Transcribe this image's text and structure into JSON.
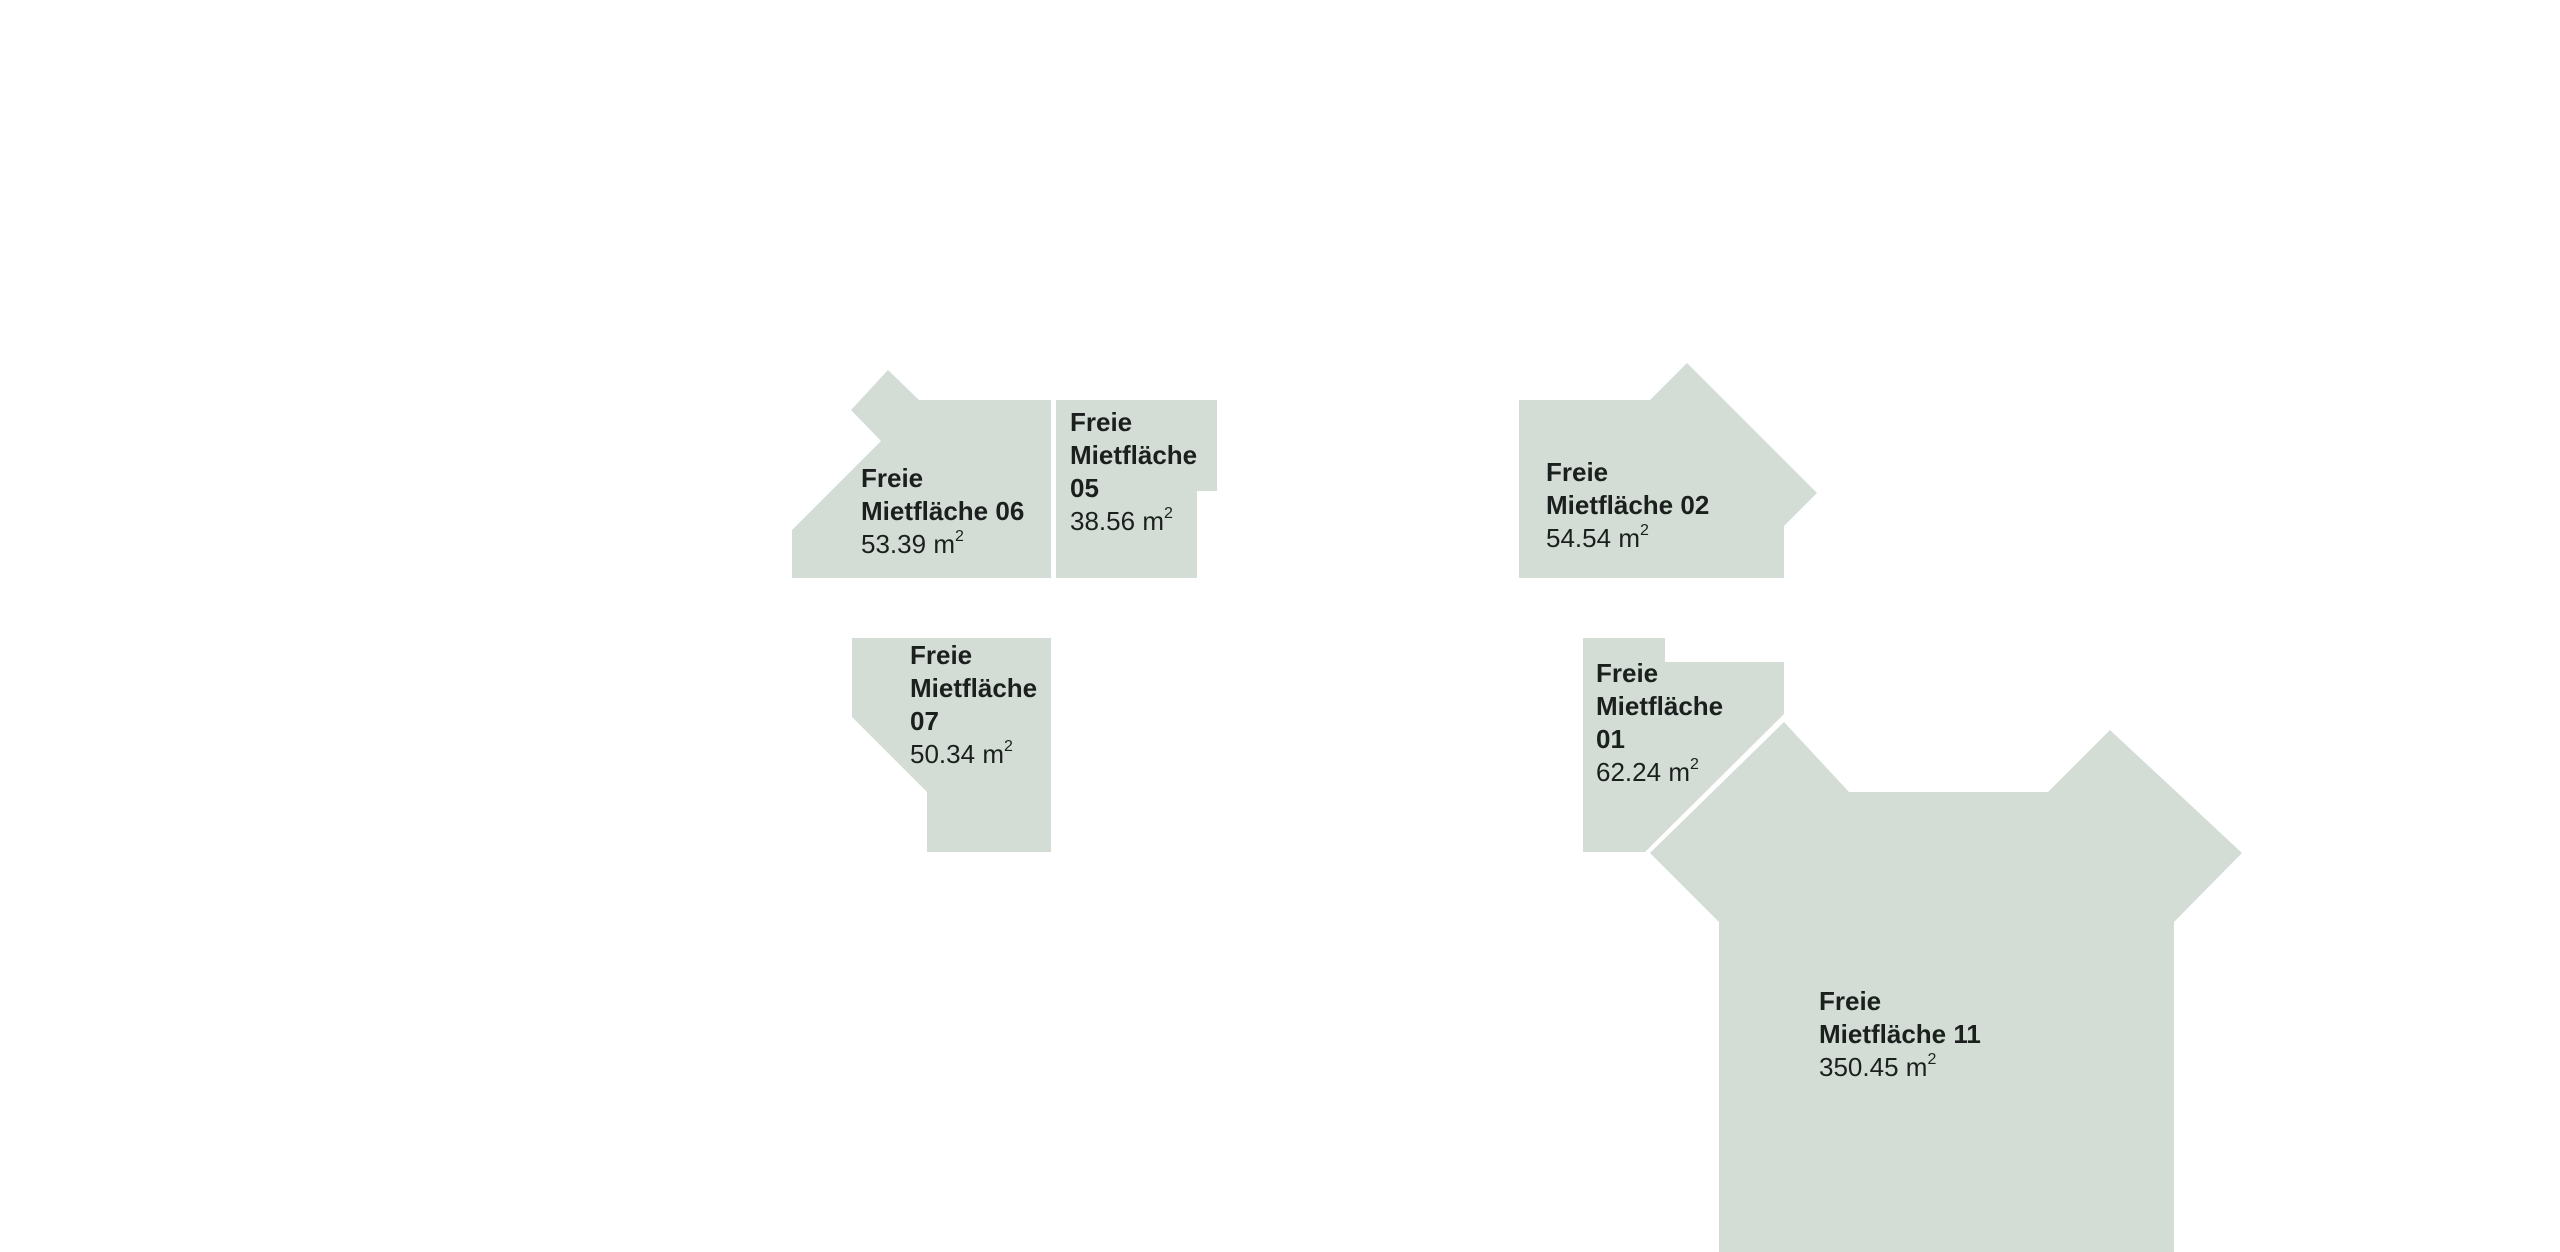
{
  "floorplan": {
    "fill_color": "#d3ddd6",
    "text_color": "#1b1f1d",
    "background": "#ffffff",
    "area_unit": "m",
    "area_unit_exponent": "2",
    "units": [
      {
        "id": "06",
        "name": "Freie\nMietfläche 06",
        "area": "53.39"
      },
      {
        "id": "05",
        "name": "Freie\nMietfläche\n05",
        "area": "38.56"
      },
      {
        "id": "07",
        "name": "Freie\nMietfläche\n07",
        "area": "50.34"
      },
      {
        "id": "02",
        "name": "Freie\nMietfläche 02",
        "area": "54.54"
      },
      {
        "id": "01",
        "name": "Freie\nMietfläche\n01",
        "area": "62.24"
      },
      {
        "id": "11",
        "name": "Freie\nMietfläche 11",
        "area": "350.45"
      }
    ]
  }
}
